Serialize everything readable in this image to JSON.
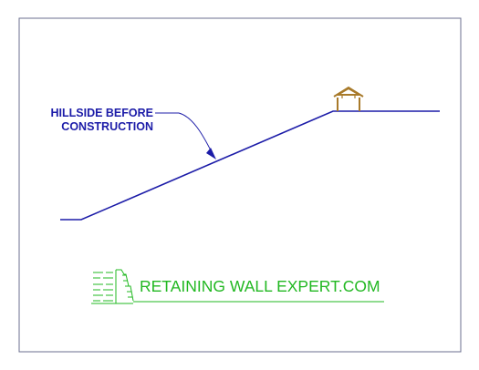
{
  "colors": {
    "frame": "#6b6f8f",
    "ground_line": "#1c1ca8",
    "label": "#1c1ca8",
    "house": "#a87a2a",
    "logo": "#22b822"
  },
  "annotation": {
    "line1": "HILLSIDE BEFORE",
    "line2": "CONSTRUCTION"
  },
  "icons": {
    "house": "house-icon",
    "wall": "retaining-wall-icon"
  },
  "logo": {
    "text": "RETAINING WALL EXPERT.COM"
  }
}
